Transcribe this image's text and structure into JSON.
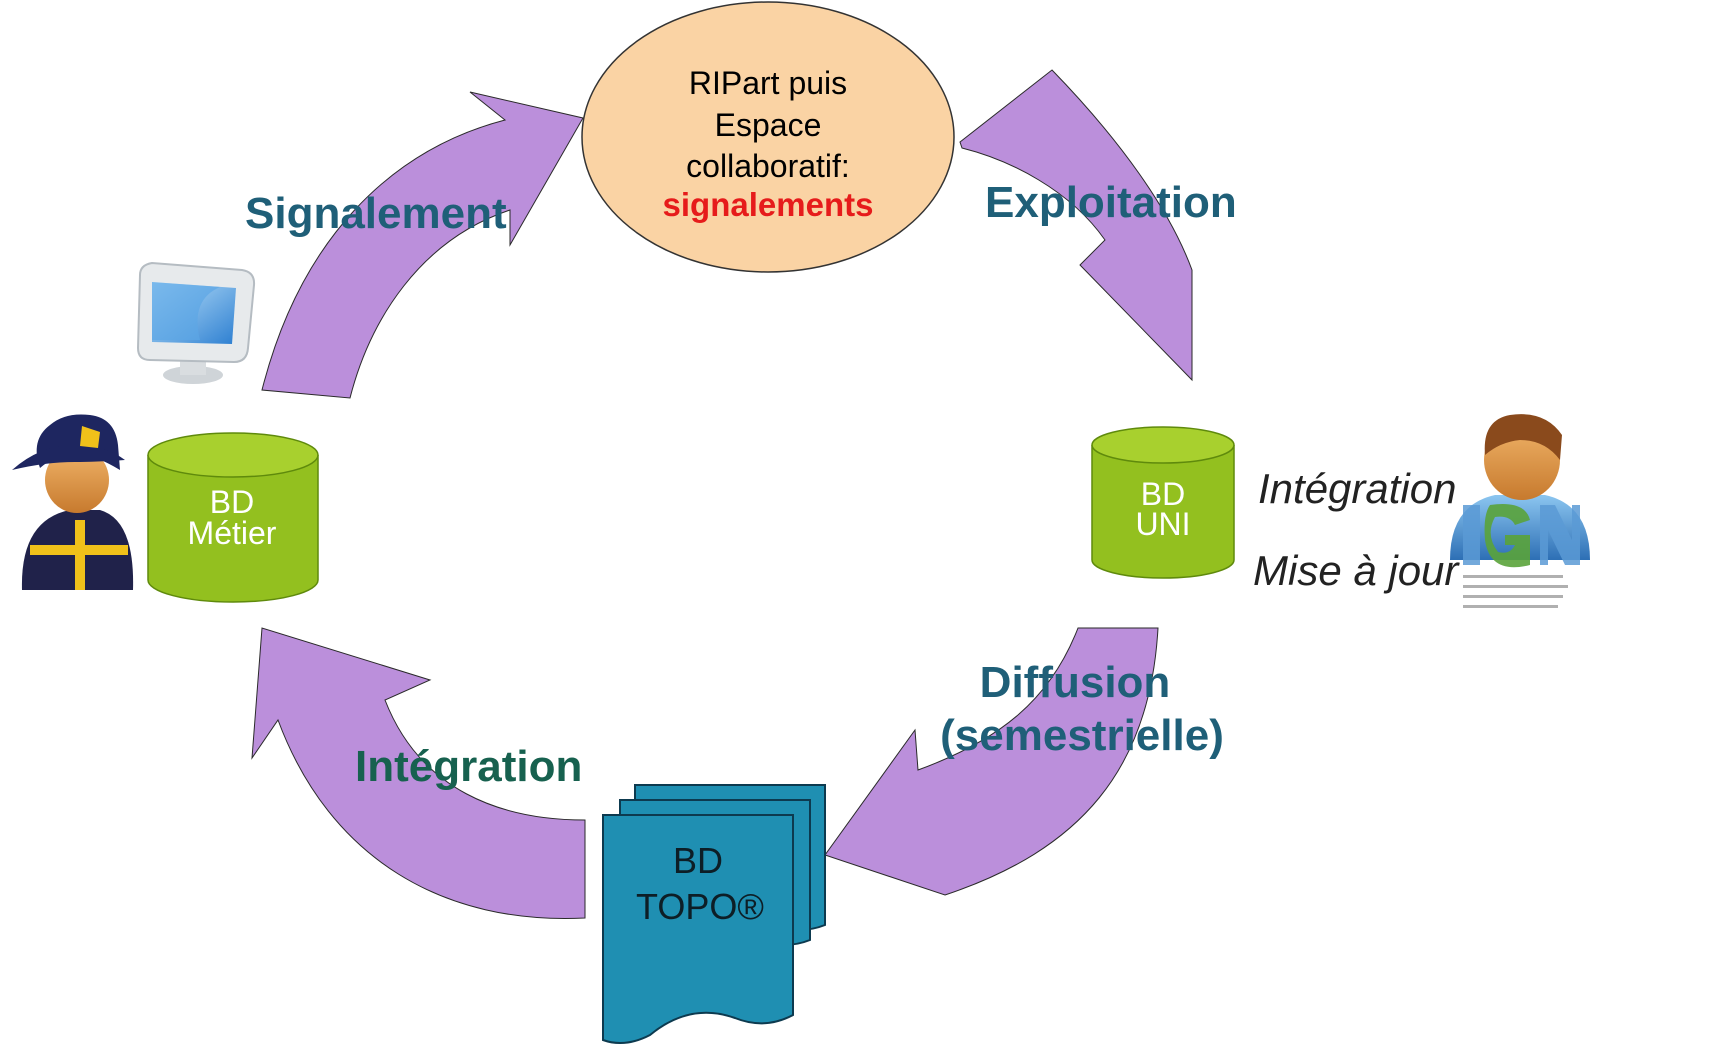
{
  "center": {
    "line1": "RIPart puis",
    "line2": "Espace",
    "line3": "collaboratif:",
    "line4": "signalements"
  },
  "arrows": {
    "signalement": "Signalement",
    "exploitation": "Exploitation",
    "diffusion_line1": "Diffusion",
    "diffusion_line2": "(semestrielle)",
    "integration": "Intégration"
  },
  "databases": {
    "metier_line1": "BD",
    "metier_line2": "Métier",
    "uni_line1": "BD",
    "uni_line2": "UNI",
    "topo_line1": "BD",
    "topo_line2": "TOPO®"
  },
  "ign_actions": {
    "line1": "Intégration",
    "line2": "Mise à jour"
  },
  "colors": {
    "arrow_fill": "#bb8fdb",
    "arrow_stroke": "#2a2a2a",
    "database_green": "#93c01f",
    "ellipse_fill": "#fad3a4",
    "topo_blue": "#1f8fb2",
    "label_blue": "#1f5f78",
    "accent_red": "#e61b1b"
  },
  "icons": {
    "firefighter": "firefighter-user-icon",
    "computer": "computer-monitor-icon",
    "ign_user": "ign-user-icon",
    "ign_logo": "ign-logo-icon"
  }
}
